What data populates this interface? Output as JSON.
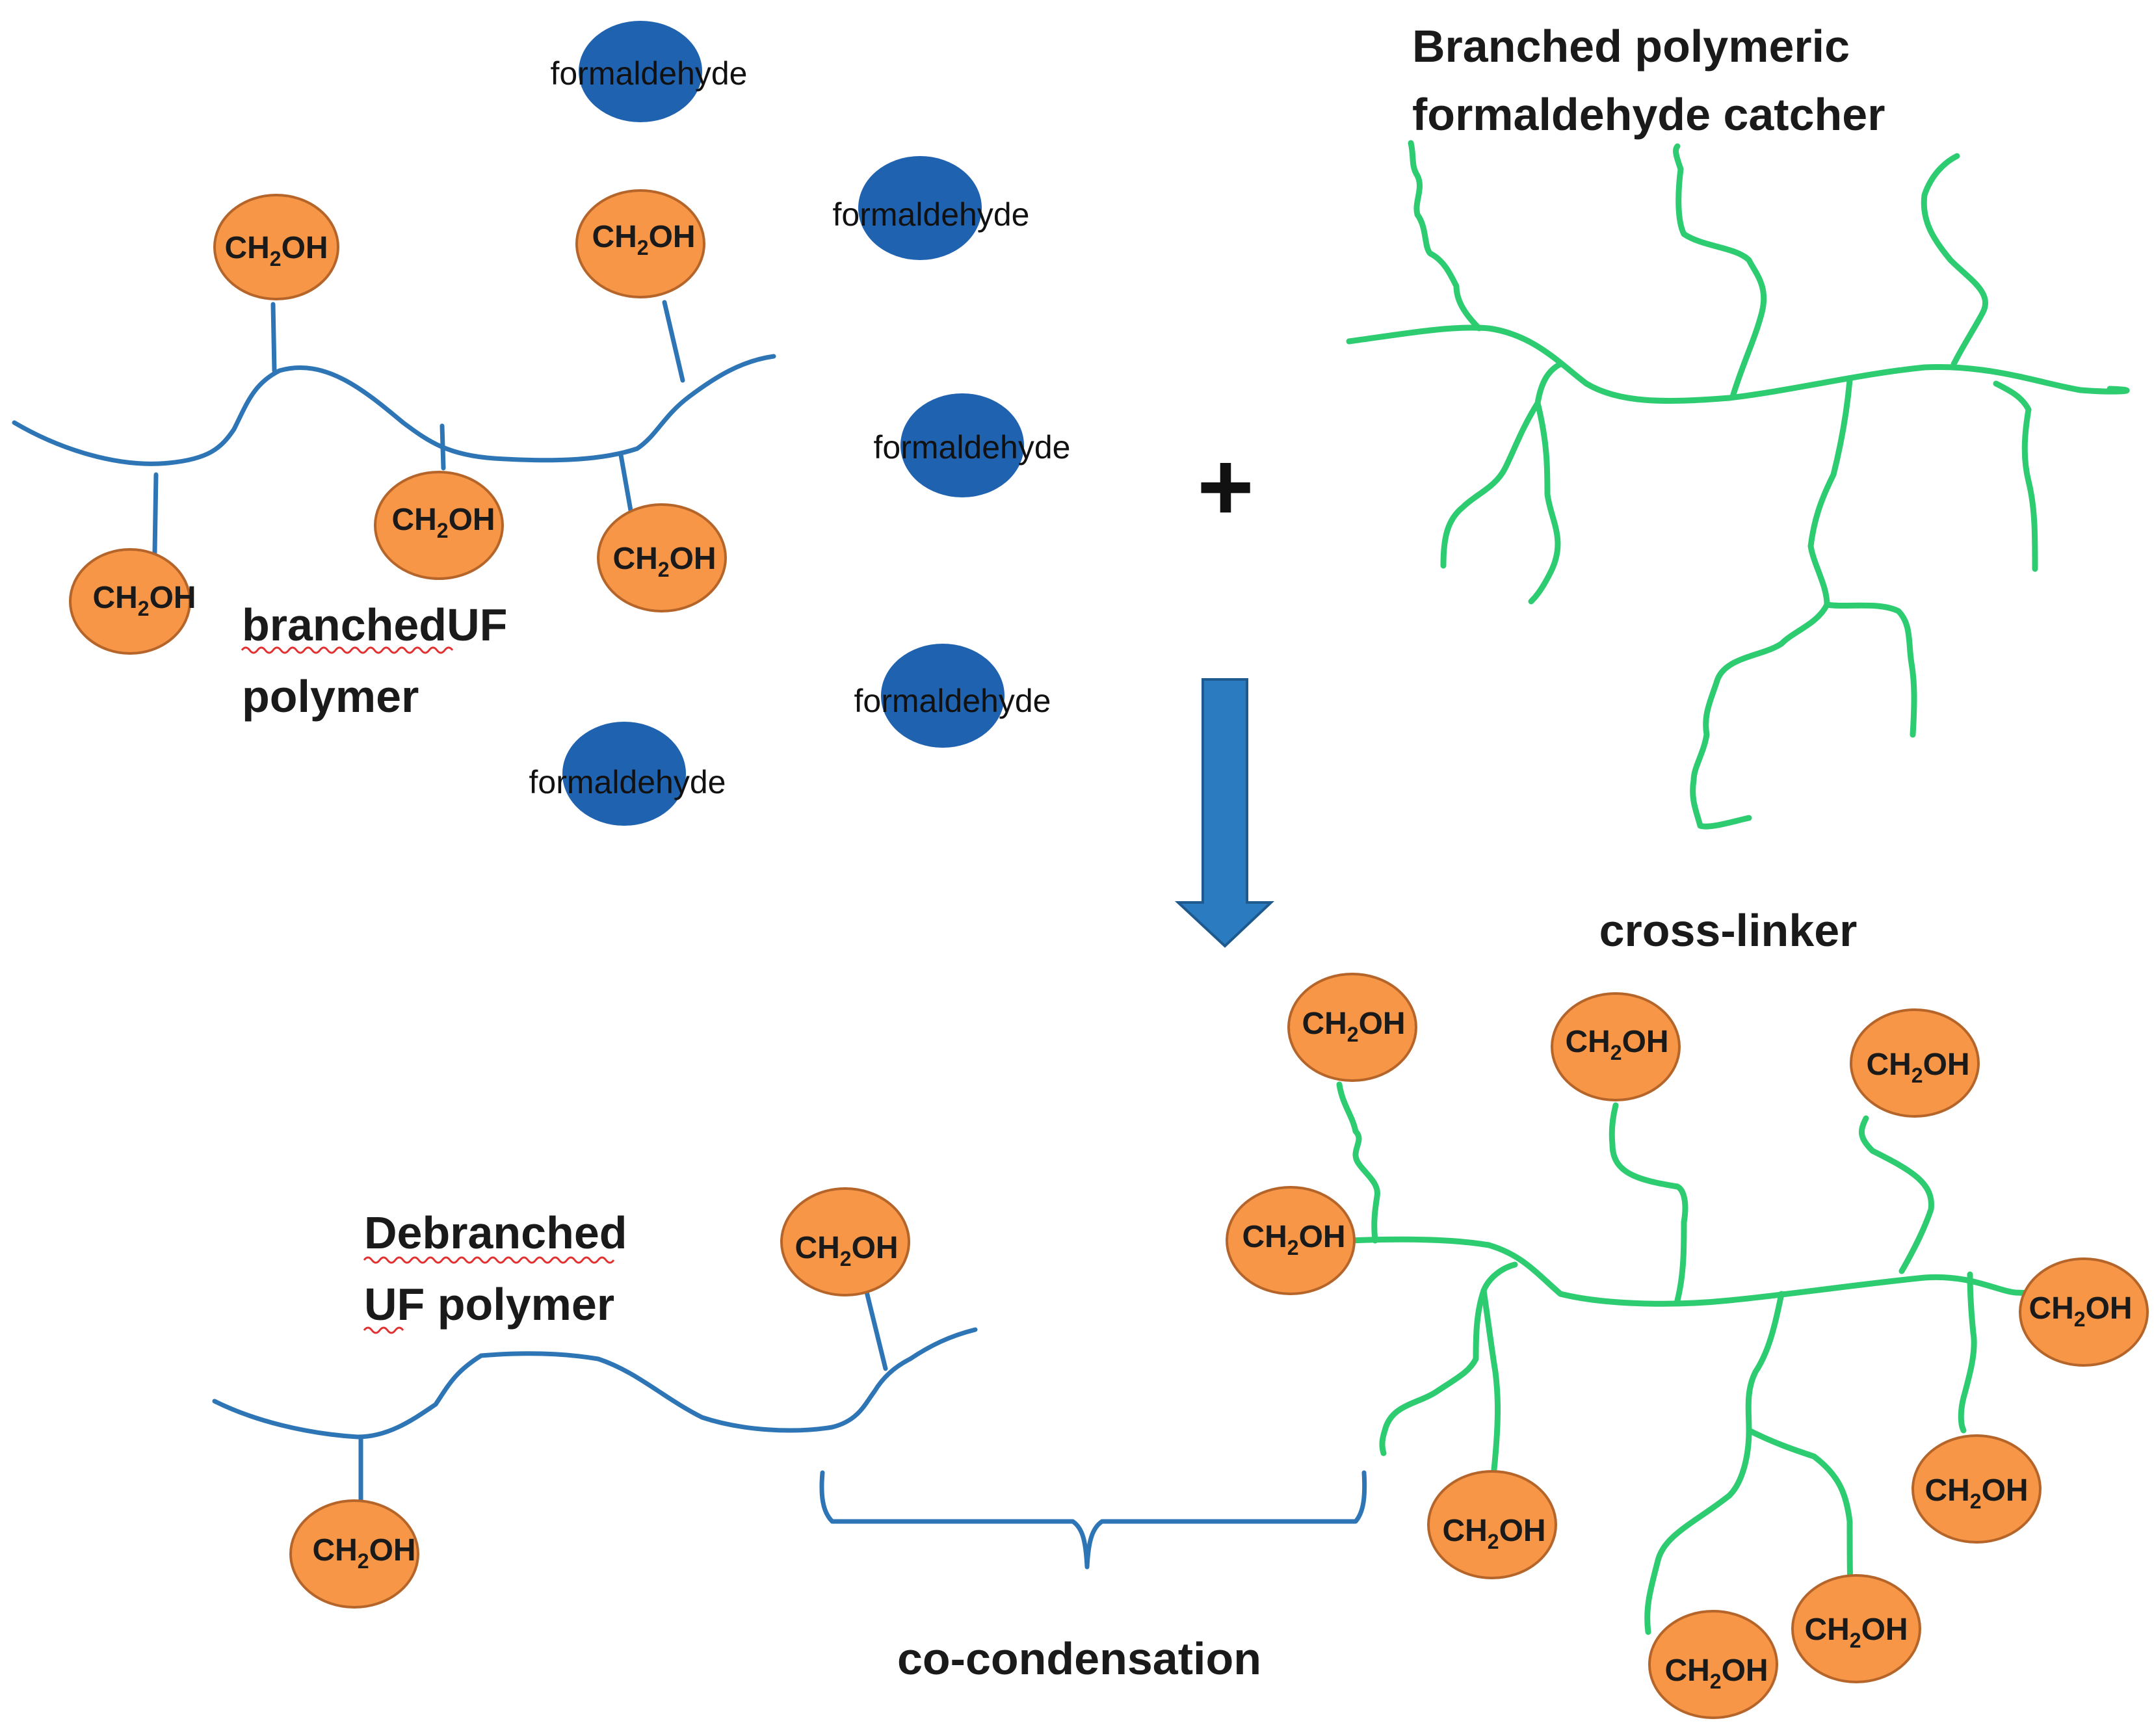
{
  "colors": {
    "blue_chain": "#2e75b6",
    "orange_ball_fill": "#f79646",
    "orange_ball_stroke": "#b5652a",
    "formaldehyde_fill": "#1f62b0",
    "green_chain": "#2ecc71",
    "arrow_fill": "#2a7bc0",
    "arrow_stroke": "#1e5a8e",
    "spellcheck_underline": "#e03030"
  },
  "labels": {
    "branched_uf_line1": "branchedUF",
    "branched_uf_line2": "polymer",
    "catcher_line1": "Branched polymeric",
    "catcher_line2": "formaldehyde catcher",
    "plus": "+",
    "cross_linker": "cross-linker",
    "debranched_line1": "Debranched",
    "debranched_line2": "UF polymer",
    "co_condensation": "co-condensation"
  },
  "group_text": {
    "ch2oh_prefix": "CH",
    "ch2oh_sub": "2",
    "ch2oh_suffix": "OH",
    "formaldehyde": "formaldehyde"
  },
  "icons": {
    "process_arrow": "down-arrow-icon"
  }
}
